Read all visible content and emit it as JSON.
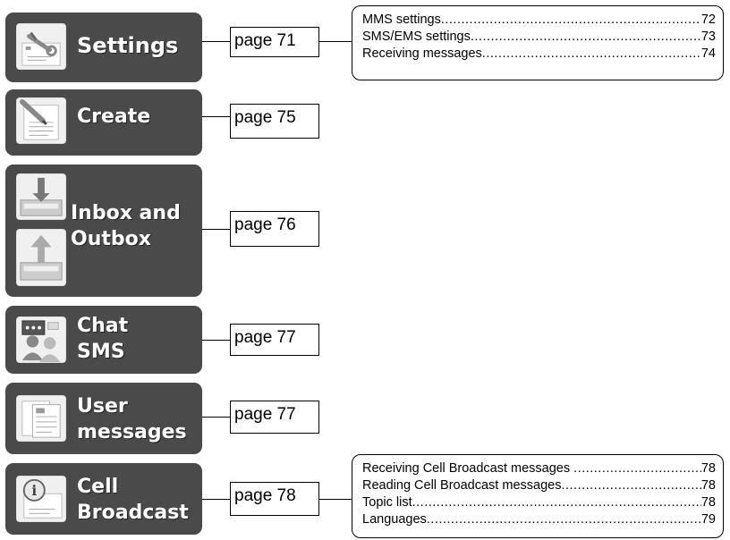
{
  "tiles": {
    "settings": {
      "label": "Settings",
      "icon": "settings-wrench-icon"
    },
    "create": {
      "label": "Create",
      "icon": "create-pencil-icon"
    },
    "inbox_outbox": {
      "label_line1": "Inbox and",
      "label_line2": "Outbox",
      "icon_top": "inbox-arrow-down-icon",
      "icon_bottom": "outbox-arrow-up-icon"
    },
    "chat": {
      "label_line1": "Chat",
      "label_line2": "SMS",
      "icon": "chat-people-icon"
    },
    "user_messages": {
      "label_line1": "User",
      "label_line2": "messages",
      "icon": "user-messages-icon"
    },
    "cell_broadcast": {
      "label_line1": "Cell",
      "label_line2": "Broadcast",
      "icon": "info-broadcast-icon"
    }
  },
  "page_refs": {
    "settings": "page 71",
    "create": "page 75",
    "inbox_outbox": "page 76",
    "chat": "page 77",
    "user_messages": "page 77",
    "cell_broadcast": "page 78"
  },
  "settings_toc": [
    {
      "title": "MMS settings",
      "page": "72"
    },
    {
      "title": "SMS/EMS settings",
      "page": "73"
    },
    {
      "title": "Receiving messages",
      "page": "74"
    }
  ],
  "cell_broadcast_toc": [
    {
      "title": "Receiving Cell Broadcast messages ",
      "page": "78"
    },
    {
      "title": "Reading Cell Broadcast messages",
      "page": "78"
    },
    {
      "title": "Topic list",
      "page": "78"
    },
    {
      "title": "Languages",
      "page": "79"
    }
  ],
  "colors": {
    "tile_bg": "#4a4a4a",
    "tile_text": "#ffffff",
    "line": "#000000"
  }
}
